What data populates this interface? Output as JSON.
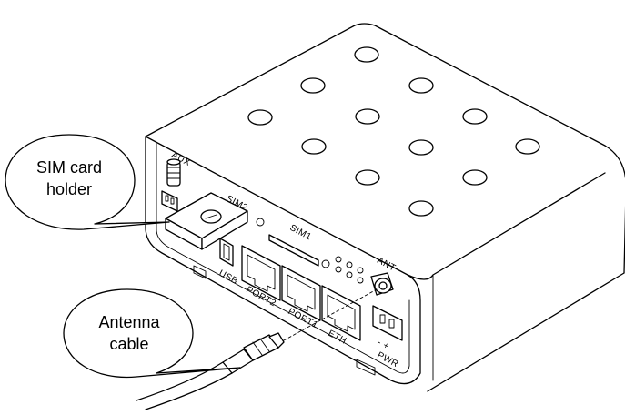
{
  "callouts": {
    "sim_holder": {
      "line1": "SIM card",
      "line2": "holder"
    },
    "antenna": {
      "line1": "Antenna",
      "line2": "cable"
    }
  },
  "port_labels": {
    "aux": "AUX",
    "sim2": "SIM2",
    "sim1": "SIM1",
    "usb": "USB",
    "port2": "PORT2",
    "port1": "PORT1",
    "eth": "ETH",
    "ant": "ANT",
    "pwr": "PWR",
    "pwr_polarity": "- +"
  }
}
